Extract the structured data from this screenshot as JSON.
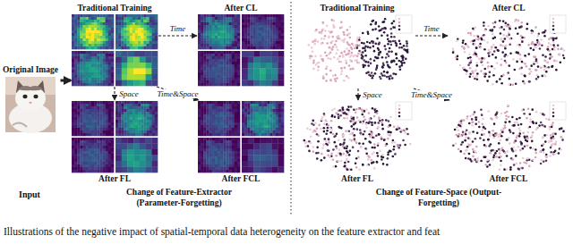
{
  "diagram": {
    "caption": "Illustrations of the negative impact of spatial-temporal data heterogeneity on the feature extractor and feat",
    "nodes": [
      {
        "text": [
          "Original Image"
        ]
      },
      {
        "text": [
          "Traditional Training"
        ]
      },
      {
        "text": [
          "After CL"
        ]
      },
      {
        "text": [
          "After FL"
        ]
      },
      {
        "text": [
          "After FCL"
        ]
      },
      {
        "text": [
          "Traditional Training"
        ]
      },
      {
        "text": [
          "After CL"
        ]
      },
      {
        "text": [
          "After FL"
        ]
      },
      {
        "text": [
          "After FCL"
        ]
      }
    ],
    "edges": [
      {
        "from": 0,
        "to": 1,
        "arrow": "to"
      },
      {
        "from": 1,
        "to": 2,
        "label": "Time",
        "arrow": "to"
      },
      {
        "from": 1,
        "to": 3,
        "label": "Space",
        "arrow": "to"
      },
      {
        "from": 1,
        "to": 4,
        "label": "Time&Space",
        "arrow": "to"
      },
      {
        "from": 5,
        "to": 6,
        "label": "Time",
        "arrow": "to"
      },
      {
        "from": 5,
        "to": 7,
        "label": "Space",
        "arrow": "to"
      },
      {
        "from": 5,
        "to": 8,
        "label": "Time&Space",
        "arrow": "to"
      }
    ],
    "labels": [
      "Input",
      "Change of Feature-Extractor (Parameter-Forgetting)",
      "Change of Feature-Space (Output-Forgetting)"
    ]
  }
}
